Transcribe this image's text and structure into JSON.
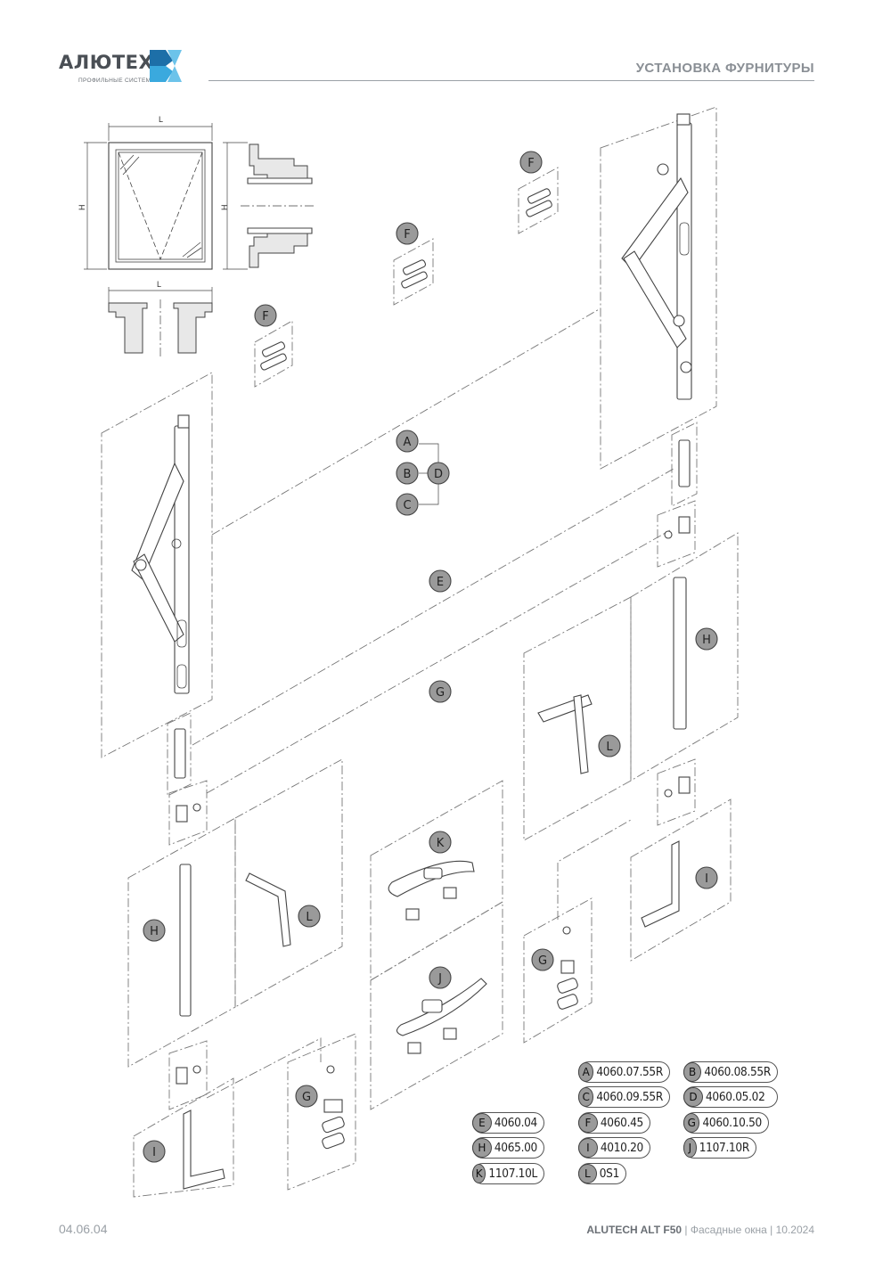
{
  "header": {
    "brand": "АЛЮТЕХ",
    "brand_sub": "ПРОФИЛЬНЫЕ СИСТЕМЫ",
    "title": "УСТАНОВКА ФУРНИТУРЫ"
  },
  "drawing": {
    "dim_width": "L",
    "dim_height": "H",
    "callouts": {
      "a": "A",
      "b": "B",
      "c": "C",
      "d": "D",
      "e": "E",
      "f": "F",
      "g": "G",
      "h": "H",
      "i": "I",
      "j": "J",
      "k": "K",
      "l": "L"
    }
  },
  "legend": [
    {
      "letter": "A",
      "code": "4060.07.55R"
    },
    {
      "letter": "B",
      "code": "4060.08.55R"
    },
    {
      "letter": "C",
      "code": "4060.09.55R"
    },
    {
      "letter": "D",
      "code": "4060.05.02"
    },
    {
      "letter": "E",
      "code": "4060.04"
    },
    {
      "letter": "F",
      "code": "4060.45"
    },
    {
      "letter": "G",
      "code": "4060.10.50"
    },
    {
      "letter": "H",
      "code": "4065.00"
    },
    {
      "letter": "I",
      "code": "4010.20"
    },
    {
      "letter": "J",
      "code": "1107.10R"
    },
    {
      "letter": "K",
      "code": "1107.10L"
    },
    {
      "letter": "L",
      "code": "0S1"
    }
  ],
  "footer": {
    "page": "04.06.04",
    "product": "ALUTECH ALT F50",
    "sep1": " | ",
    "doc": "Фасадные окна",
    "sep2": " | ",
    "date": "10.2024"
  },
  "colors": {
    "logo_blue": "#3aa9de",
    "logo_dark": "#1d6fa8",
    "callout_fill": "#9a9a9a",
    "line": "#555555"
  }
}
